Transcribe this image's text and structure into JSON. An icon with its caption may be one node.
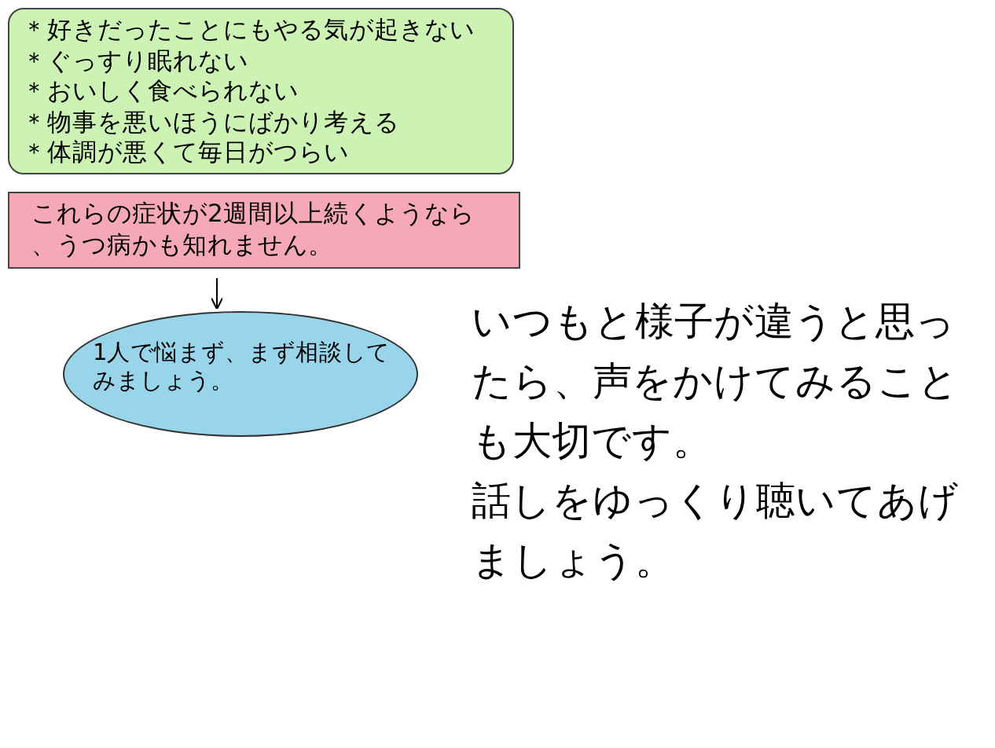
{
  "diagram": {
    "nodes": [
      {
        "text": [
          "＊好きだったことにもやる気が起きない",
          "＊ぐっすり眠れない",
          "＊おいしく食べられない",
          "＊物事を悪いほうにばかり考える",
          "＊体調が悪くて毎日がつらい"
        ]
      },
      {
        "text": [
          "これらの症状が2週間以上続くようなら、うつ病かも知れません。"
        ]
      },
      {
        "text": [
          "1人で悩まず、まず相談してみましょう。"
        ]
      }
    ],
    "edges": [
      {
        "from": 1,
        "to": 2,
        "arrow": "to"
      }
    ],
    "labels": [
      "いつもと様子が違うと思ったら、声をかけてみることも大切です。",
      "話しをゆっくり聴いてあげましょう。"
    ]
  }
}
